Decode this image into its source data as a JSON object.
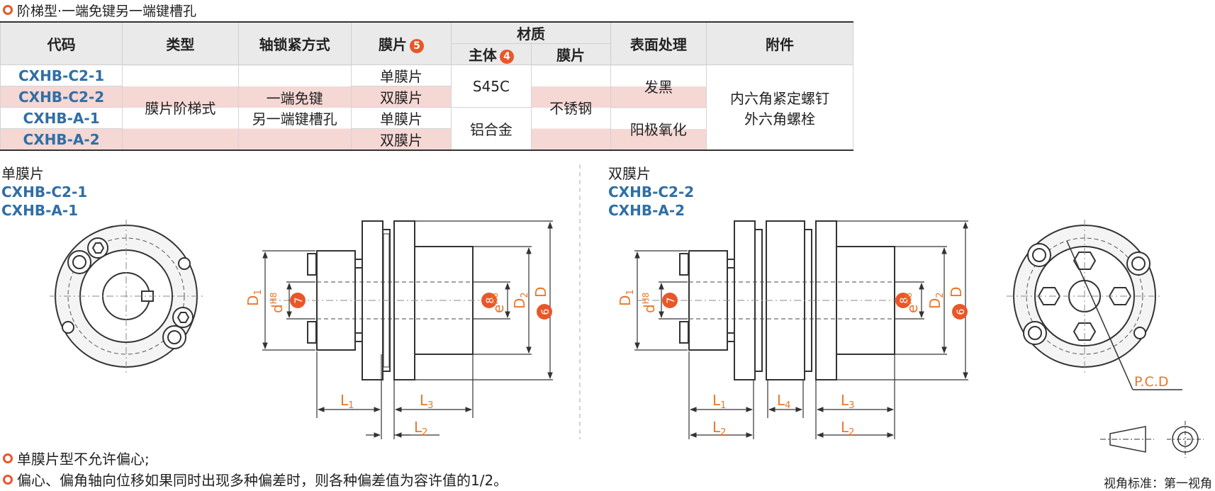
{
  "header": {
    "title": "阶梯型·一端免键另一端键槽孔"
  },
  "table": {
    "headers": {
      "code": "代码",
      "type": "类型",
      "lock": "轴锁紧方式",
      "film": "膜片",
      "film_num": "5",
      "material": "材质",
      "body": "主体",
      "body_num": "4",
      "film_mat": "膜片",
      "surface": "表面处理",
      "accessory": "附件"
    },
    "rows": [
      {
        "code": "CXHB-C2-1",
        "film": "单膜片"
      },
      {
        "code": "CXHB-C2-2",
        "film": "双膜片"
      },
      {
        "code": "CXHB-A-1",
        "film": "单膜片"
      },
      {
        "code": "CXHB-A-2",
        "film": "双膜片"
      }
    ],
    "type_value": "膜片阶梯式",
    "lock_value_1": "一端免键",
    "lock_value_2": "另一端键槽孔",
    "body_c2": "S45C",
    "body_a": "铝合金",
    "film_material": "不锈钢",
    "surface_c2": "发黑",
    "surface_a": "阳极氧化",
    "accessory_1": "内六角紧定螺钉",
    "accessory_2": "外六角螺栓"
  },
  "single": {
    "title": "单膜片",
    "code1": "CXHB-C2-1",
    "code2": "CXHB-A-1"
  },
  "double": {
    "title": "双膜片",
    "code1": "CXHB-C2-2",
    "code2": "CXHB-A-2"
  },
  "dims": {
    "D1": "D",
    "D1_sub": "1",
    "d": "d",
    "H8": "H8",
    "e": "e",
    "D2": "D",
    "D2_sub": "2",
    "D": "D",
    "L1": "L",
    "L1_sub": "1",
    "L2": "L",
    "L2_sub": "2",
    "L3": "L",
    "L3_sub": "3",
    "L4": "L",
    "L4_sub": "4",
    "n6": "6",
    "n7": "7",
    "n8": "8",
    "pcd": "P.C.D"
  },
  "notes": {
    "note1": "单膜片型不允许偏心;",
    "note2": "偏心、偏角轴向位移如果同时出现多种偏差时，则各种偏差值为容许值的1/2。"
  },
  "view_standard": "视角标准：第一视角",
  "colors": {
    "accent": "#e8572a",
    "code_blue": "#2f6fa5",
    "pink": "#f5d7d4",
    "dim": "#e8772a"
  }
}
